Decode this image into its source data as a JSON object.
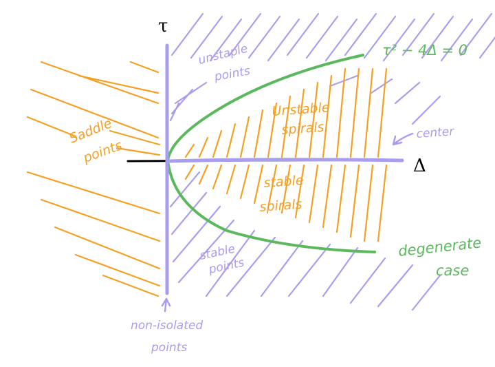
{
  "colors": {
    "purple": "#a89ef0",
    "orange": "#f5a023",
    "green": "#5cb85c",
    "axis": "#000000"
  },
  "axes": {
    "vertical_label": "τ",
    "horizontal_label": "Δ"
  },
  "labels": {
    "unstable_points_line1": "unstaple",
    "unstable_points_line2": "points",
    "saddle_points_line1": "Saddle",
    "saddle_points_line2": "points",
    "unstable_spirals_line1": "Unstable",
    "unstable_spirals_line2": "spirals",
    "stable_spirals_line1": "stable",
    "stable_spirals_line2": "spirals",
    "stable_points_line1": "stable",
    "stable_points_line2": "points",
    "center": "center",
    "degenerate_line1": "degenerate",
    "degenerate_line2": "case",
    "non_isolated_line1": "non-isolated",
    "non_isolated_line2": "points",
    "parabola_equation": "τ² − 4Δ = 0"
  }
}
